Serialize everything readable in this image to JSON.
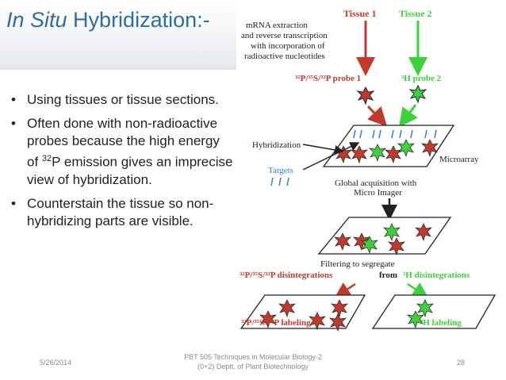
{
  "slide": {
    "title_italic": "In Situ",
    "title_rest": " Hybridization:-",
    "bullets": [
      {
        "text": "Using tissues or tissue sections."
      },
      {
        "text_before": "Often done with non-radioactive probes because the high energy of ",
        "sup": "32",
        "text_after": "P emission gives an imprecise view of hybridization."
      },
      {
        "text": "Counterstain the tissue so non-hybridizing parts are visible."
      }
    ],
    "bullet_glyph": "•"
  },
  "figure": {
    "tissue1": "Tissue 1",
    "tissue2": "Tissue 2",
    "extraction": [
      "mRNA extraction",
      "and reverse transcription",
      "with incorporation of",
      "radioactive nucleotides"
    ],
    "probe1": "³²P/³⁵S/³³P probe 1",
    "probe2": "³H probe 2",
    "hybridization": "Hybridization",
    "targets": "Targets",
    "microarray": "Microarray",
    "acquisition": [
      "Global acquisition with",
      "Micro Imager"
    ],
    "filtering": "Filtering to segregate",
    "disintegrations_left": "³²P/³⁵S/³³P disintegrations",
    "disintegrations_from": "from",
    "disintegrations_right": "³H disintegrations",
    "label_left": "³²P/³⁵S/ ³³P labeling",
    "label_right": "³H labeling",
    "colors": {
      "red": "#c0392b",
      "green": "#3cd23c",
      "blue": "#2f7fd6",
      "dark": "#222222"
    }
  },
  "footer": {
    "date": "5/26/2014",
    "course_line1": "PBT 505 Techniques in Molecular Biology-2",
    "course_line2": "(0+2) Deptt. of Plant Biotechnology",
    "page": "28"
  }
}
